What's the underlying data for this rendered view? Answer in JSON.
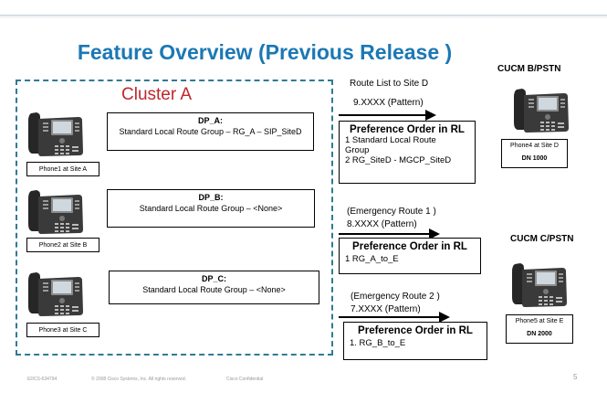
{
  "title": "Feature Overview (Previous Release )",
  "cluster": {
    "label": "Cluster A"
  },
  "left_phones": [
    {
      "label": "Phone1 at Site A"
    },
    {
      "label": "Phone2 at Site B"
    },
    {
      "label": "Phone3 at Site C"
    }
  ],
  "device_pools": [
    {
      "title": "DP_A:",
      "text": "Standard Local Route Group – RG_A – SIP_SiteD"
    },
    {
      "title": "DP_B:",
      "text": "Standard Local Route Group – <None>"
    },
    {
      "title": "DP_C:",
      "text": "Standard Local Route Group – <None>"
    }
  ],
  "route_list": {
    "heading": "Route List to Site D",
    "pattern": "9.XXXX   (Pattern)"
  },
  "preference_1": {
    "title": "Preference Order in RL",
    "lines": [
      "1  Standard Local Route",
      "    Group",
      "2  RG_SiteD -  MGCP_SiteD"
    ]
  },
  "emergency_1": {
    "name": "(Emergency Route 1 )",
    "pattern": "8.XXXX   (Pattern)"
  },
  "preference_2": {
    "title": "Preference Order in RL",
    "lines": [
      "1     RG_A_to_E"
    ]
  },
  "emergency_2": {
    "name": "(Emergency Route 2 )",
    "pattern": "7.XXXX   (Pattern)"
  },
  "preference_3": {
    "title": "Preference Order in RL",
    "lines": [
      "1.     RG_B_to_E"
    ]
  },
  "cucm_b": {
    "title": "CUCM B/PSTN",
    "phone": "Phone4 at Site D",
    "dn": "DN 1000"
  },
  "cucm_c": {
    "title": "CUCM C/PSTN",
    "phone": "Phone5 at Site E",
    "dn": "DN 2000"
  },
  "footer": {
    "code": "EDCS-634794",
    "copyright": "© 2008 Cisco Systems, Inc. All rights reserved.",
    "confidential": "Cisco Confidential",
    "page": "5"
  },
  "colors": {
    "title": "#1b78b5",
    "cluster_label": "#c0262d",
    "cluster_border": "#2e7b93"
  }
}
